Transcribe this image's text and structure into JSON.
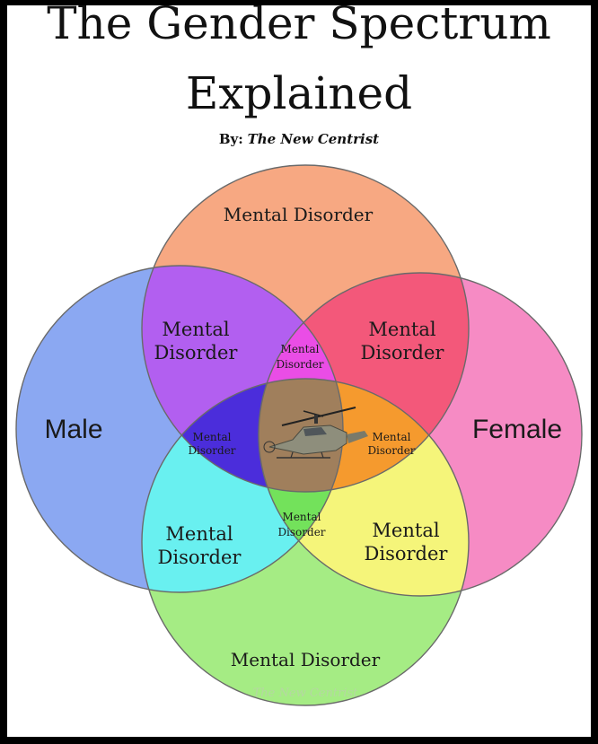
{
  "title_line1": "The Gender Spectrum",
  "title_line2": "Explained",
  "byline_prefix": "By:",
  "byline_author": "The New Centrist",
  "watermark": "The New Centrist",
  "regions": {
    "top": "Mental Disorder",
    "left_outer": "Male",
    "right_outer": "Female",
    "bottom": "Mental Disorder",
    "top_left_line1": "Mental",
    "top_left_line2": "Disorder",
    "top_right_line1": "Mental",
    "top_right_line2": "Disorder",
    "top_center_line1": "Mental",
    "top_center_line2": "Disorder",
    "mid_left_line1": "Mental",
    "mid_left_line2": "Disorder",
    "mid_right_line1": "Mental",
    "mid_right_line2": "Disorder",
    "bottom_left_line1": "Mental",
    "bottom_left_line2": "Disorder",
    "bottom_right_line1": "Mental",
    "bottom_right_line2": "Disorder",
    "bottom_center_line1": "Mental",
    "bottom_center_line2": "Disorder"
  },
  "colors": {
    "top_circle": "#f7a882",
    "left_circle": "#8ba8f2",
    "right_circle": "#f68bc4",
    "bottom_circle": "#a5ec84",
    "top_left": "#b25ff0",
    "top_right": "#f3587a",
    "top_center": "#ea4de6",
    "mid_left": "#4b2ddb",
    "mid_right": "#f59a2e",
    "bottom_left": "#69f0f0",
    "bottom_right": "#f5f57a",
    "bottom_center": "#73e25b",
    "center": "#a07f5c"
  }
}
